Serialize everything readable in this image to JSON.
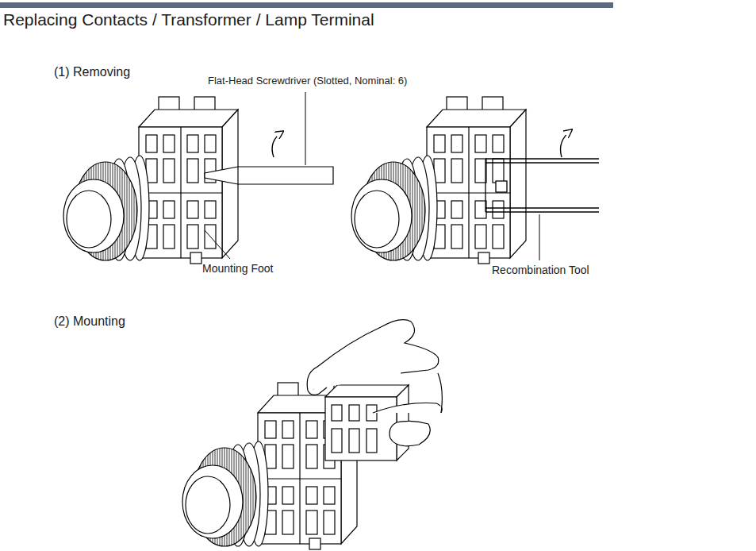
{
  "diagram": {
    "title": "Replacing Contacts / Transformer / Lamp Terminal",
    "labels": [
      "(1) Removing",
      "Flat-Head Screwdriver (Slotted, Nominal: 6)",
      "Mounting Foot",
      "Recombination Tool",
      "(2) Mounting"
    ]
  }
}
